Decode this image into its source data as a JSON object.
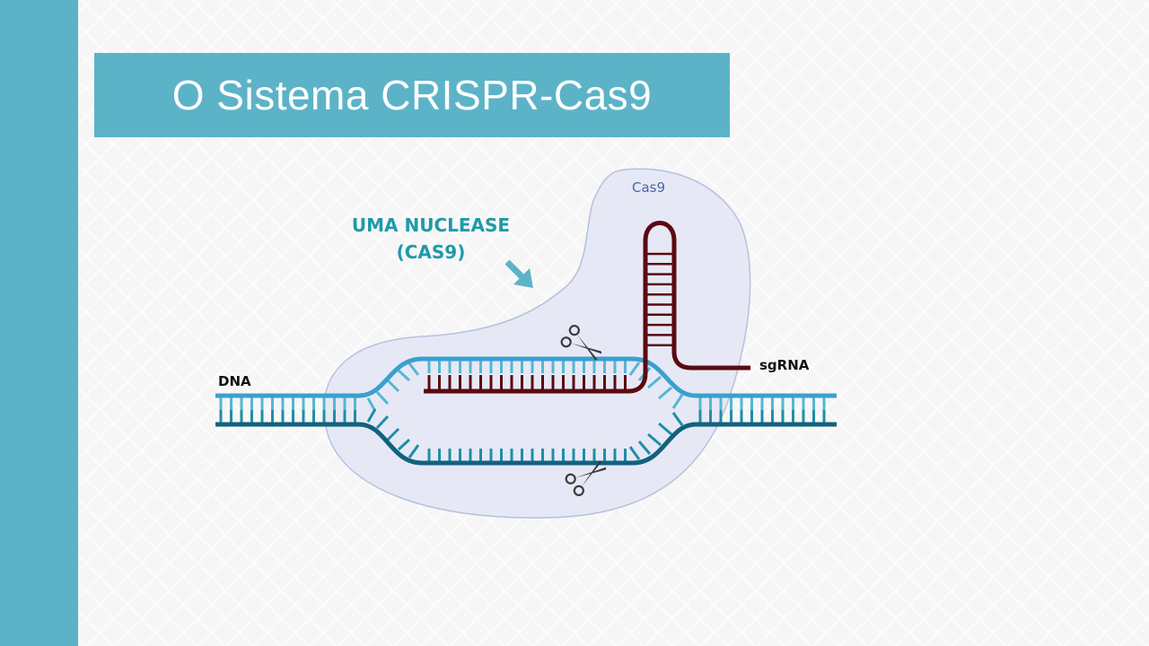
{
  "slide": {
    "title": "O Sistema CRISPR-Cas9",
    "accent_color": "#5cb3c7"
  },
  "callout": {
    "line1": "UMA NUCLEASE",
    "line2": "(CAS9)",
    "color": "#1f9aa8",
    "arrow_icon": "arrow-down-right-icon"
  },
  "diagram": {
    "labels": {
      "cas9": "Cas9",
      "dna": "DNA",
      "sgrna": "sgRNA"
    },
    "colors": {
      "cas9_fill": "#e6e9f5",
      "cas9_stroke": "#b7c0de",
      "cas9_label": "#4a67a8",
      "dna_top_strand": "#3aa0cf",
      "dna_bottom_strand": "#12617f",
      "dna_base_light": "#56b6d3",
      "dna_base_dark": "#1c8fa6",
      "sgrna": "#5a0a12",
      "scissors": "#3a3a3a"
    },
    "icons": [
      "scissors-icon",
      "scissors-icon"
    ]
  }
}
